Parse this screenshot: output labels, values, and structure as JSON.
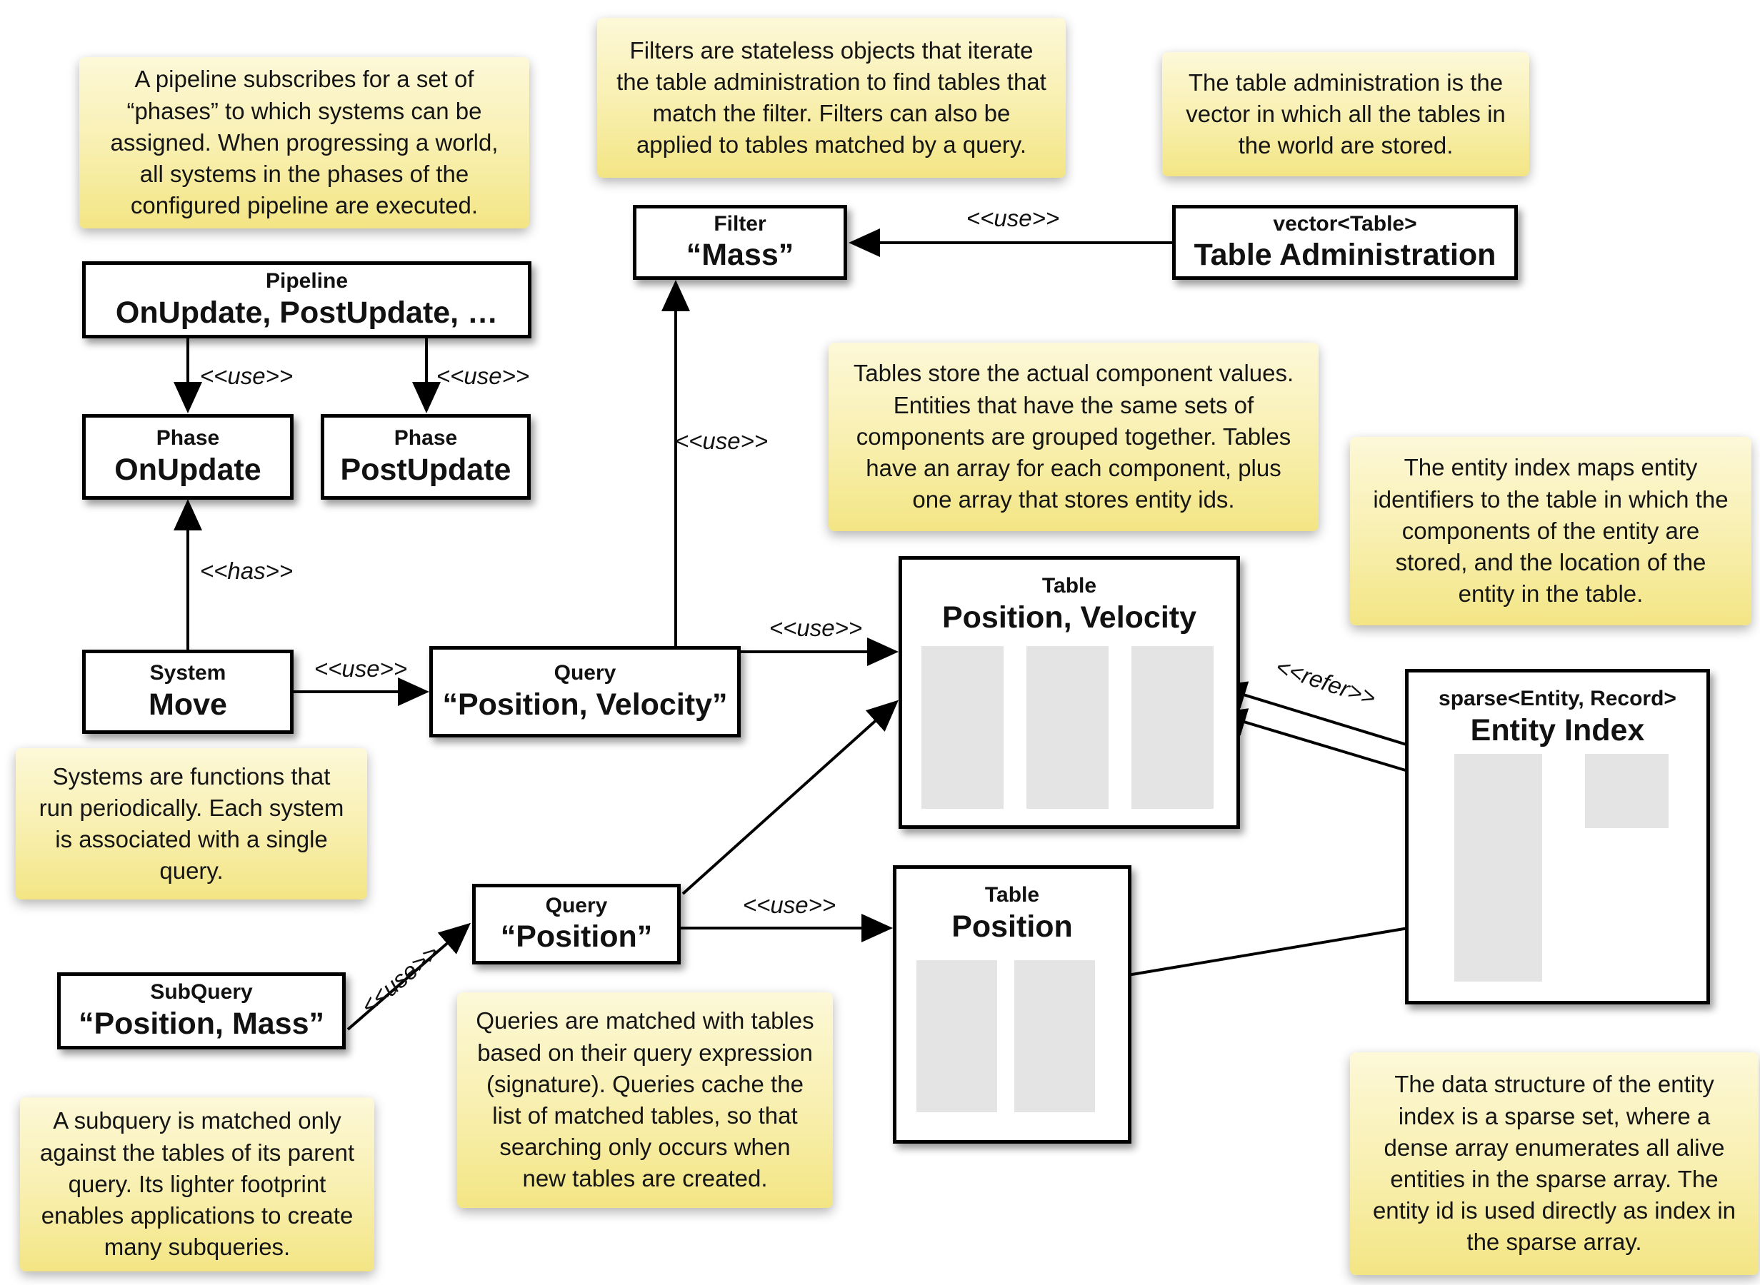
{
  "edge_labels": {
    "use": "<<use>>",
    "has": "<<has>>",
    "refer": "<<refer>>"
  },
  "nodes": {
    "filter": {
      "type": "Filter",
      "name": "“Mass”"
    },
    "table_admin": {
      "type": "vector<Table>",
      "name": "Table Administration"
    },
    "pipeline": {
      "type": "Pipeline",
      "name": "OnUpdate, PostUpdate, …"
    },
    "phase_onupdate": {
      "type": "Phase",
      "name": "OnUpdate"
    },
    "phase_postupdate": {
      "type": "Phase",
      "name": "PostUpdate"
    },
    "system_move": {
      "type": "System",
      "name": "Move"
    },
    "query_pv": {
      "type": "Query",
      "name": "“Position, Velocity”"
    },
    "query_p": {
      "type": "Query",
      "name": "“Position”"
    },
    "subquery": {
      "type": "SubQuery",
      "name": "“Position, Mass”"
    },
    "table_pv": {
      "type": "Table",
      "name": "Position, Velocity"
    },
    "table_p": {
      "type": "Table",
      "name": "Position"
    },
    "entity_index": {
      "type": "sparse<Entity, Record>",
      "name": "Entity Index"
    }
  },
  "notes": {
    "pipeline": "A pipeline subscribes for a set of “phases” to which systems can be assigned. When progressing a world, all systems in the phases of the configured pipeline are executed.",
    "filters": "Filters are stateless objects that iterate the table administration to find tables that match the filter. Filters can also be applied to tables matched by a query.",
    "table_admin": "The table administration is the vector in which all the tables in the world are stored.",
    "tables": "Tables store the actual component values. Entities that have the same sets of components are grouped together. Tables have an array for each component, plus one array that stores entity ids.",
    "entity_index": "The entity index maps entity identifiers to the table in which the components of the entity are stored, and the location of the entity in the table.",
    "systems": "Systems are functions that run periodically. Each system is associated with a single query.",
    "queries": "Queries are matched with tables based on their query expression (signature). Queries cache the list of matched tables, so that searching only occurs when new tables are created.",
    "subquery": "A subquery is matched only against the tables of its parent query. Its lighter footprint enables applications to create many subqueries.",
    "sparse_set": "The data structure of the entity index is a sparse set, where a dense array enumerates all alive entities in the sparse array. The entity id is used directly as index in the sparse array."
  },
  "colors": {
    "note_gradient_top": "#fdf8d8",
    "note_gradient_bottom": "#f3e584",
    "box_border": "#000000",
    "array_fill": "#e4e4e4",
    "background": "#ffffff"
  }
}
